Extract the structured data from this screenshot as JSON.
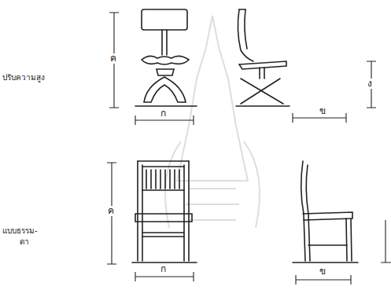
{
  "diagram": {
    "labels": [
      "ปรับความสูง",
      "ค",
      "ก",
      "ข",
      "ง",
      "แบบธรรม-",
      "ดา",
      "ค",
      "ก",
      "ข"
    ]
  }
}
